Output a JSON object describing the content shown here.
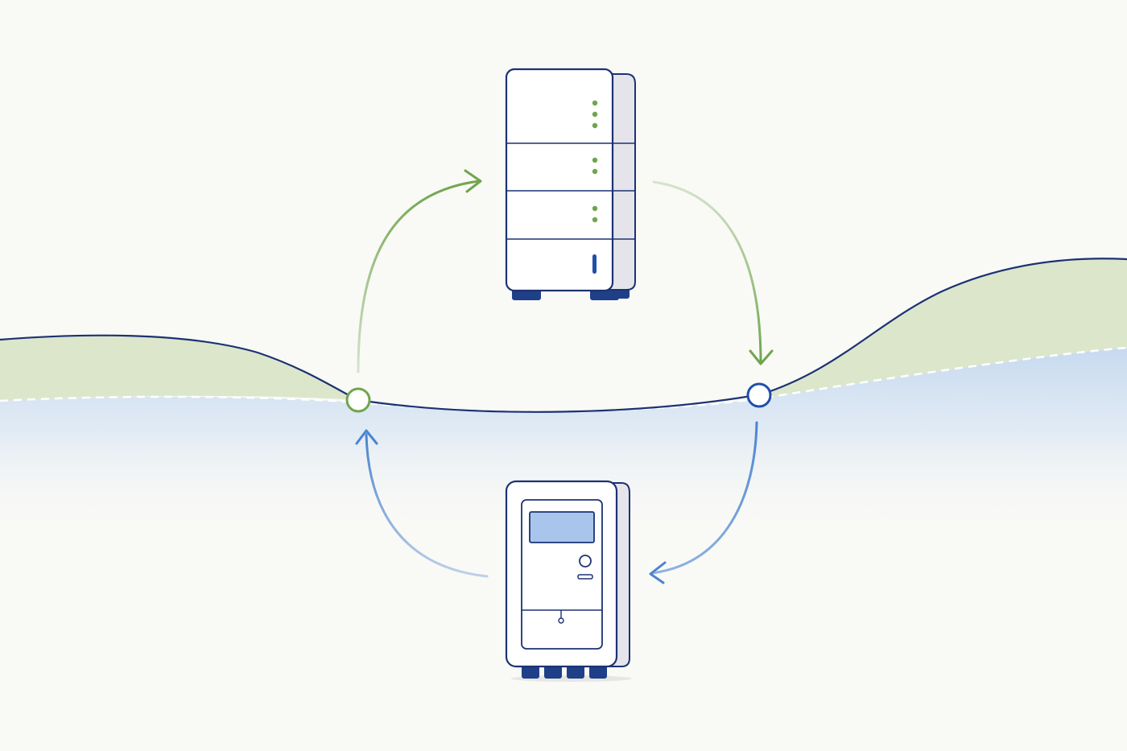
{
  "colors": {
    "background": "#f9f9f6",
    "navy": "#14306e",
    "stroke_dark": "#1c3273",
    "green": "#6fa54d",
    "green_fill": "#dfe8cf",
    "blue": "#4a84cf",
    "blue_fill": "#c9dcf0",
    "blue_screen": "#a8c6ec",
    "device_face": "#ffffff",
    "device_side": "#e4e4ea",
    "led_green": "#6fa54d",
    "led_blue": "#1f4fa8"
  },
  "diagram": {
    "top_device": {
      "icon": "battery-storage-unit-icon",
      "modules": 4,
      "status_leds_per_module": [
        3,
        2,
        2,
        0
      ]
    },
    "bottom_device": {
      "icon": "electric-meter-cabinet-icon"
    },
    "flow_arrows": [
      {
        "icon": "arrow-up-green-icon",
        "direction": "from-left-node-to-top-device"
      },
      {
        "icon": "arrow-down-green-icon",
        "direction": "from-top-device-to-right-node"
      },
      {
        "icon": "arrow-down-blue-icon",
        "direction": "from-right-node-to-bottom-device"
      },
      {
        "icon": "arrow-up-blue-icon",
        "direction": "from-bottom-device-to-left-node"
      }
    ],
    "nodes": [
      {
        "icon": "green-node-icon"
      },
      {
        "icon": "blue-node-icon"
      }
    ],
    "curves": [
      {
        "icon": "load-curve-icon",
        "style": "solid"
      },
      {
        "icon": "baseline-curve-icon",
        "style": "dashed"
      }
    ]
  }
}
